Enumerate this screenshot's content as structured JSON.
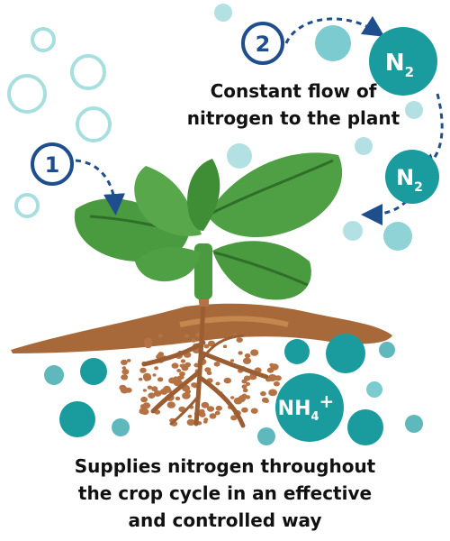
{
  "steps": [
    {
      "number": "1"
    },
    {
      "number": "2"
    }
  ],
  "molecules": {
    "n2_main": "N",
    "n2_sub": "2",
    "nh4_main": "NH",
    "nh4_sub": "4",
    "nh4_sup": "+"
  },
  "captions": {
    "top": [
      "Constant flow of",
      "nitrogen to the plant"
    ],
    "bottom": [
      "Supplies nitrogen throughout",
      "the crop cycle in an effective",
      "and controlled way"
    ]
  },
  "colors": {
    "step_badge": "#1f4e8c",
    "arrow": "#1f4e8c",
    "teal_dark": "#1a9b9e",
    "teal_light": "#9fd7da",
    "teal_ring": "#a7dfe0",
    "leaf": "#4a9a3f",
    "leaf_dark": "#2f6f2a",
    "soil": "#a8693a",
    "root": "#b57245",
    "text": "#111111"
  }
}
